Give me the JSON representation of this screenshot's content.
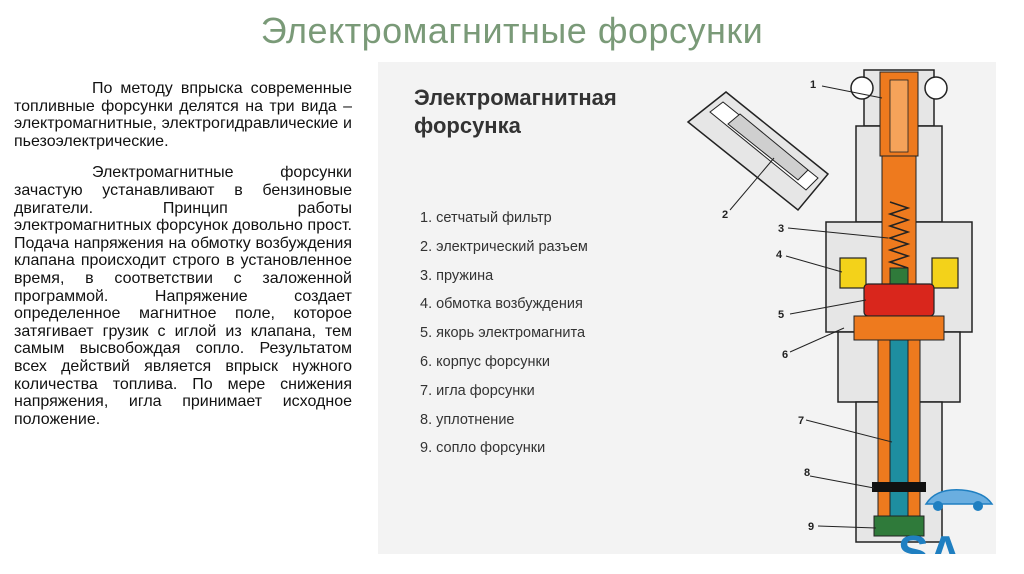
{
  "slide": {
    "title": "Электромагнитные форсунки",
    "paragraphs": [
      "По методу впрыска современные топливные форсунки делятся на три вида – электромагнитные, электрогидравлические и пьезоэлектрические.",
      "Электромагнитные форсунки зачастую устанавливают в бензиновые двигатели. Принцип работы электромагнитных форсунок довольно прост. Подача напряжения на обмотку возбуждения клапана происходит строго в установленное время, в соответствии с заложенной программой. Напряжение создает определенное магнитное поле, которое затягивает грузик с иглой из клапана, тем самым высвобождая сопло. Результатом всех действий является впрыск нужного количества топлива. По мере снижения напряжения, игла принимает исходное положение."
    ]
  },
  "figure": {
    "title_line1": "Электромагнитная",
    "title_line2": "форсунка",
    "legend": [
      "1. сетчатый фильтр",
      "2. электрический разъем",
      "3. пружина",
      "4. обмотка возбуждения",
      "5. якорь электромагнита",
      "6. корпус форсунки",
      "7. игла форсунки",
      "8. уплотнение",
      "9. сопло форсунки"
    ],
    "callouts": [
      "1",
      "2",
      "3",
      "4",
      "5",
      "6",
      "7",
      "8",
      "9"
    ],
    "logo_text": "SA",
    "colors": {
      "body": "#e6e6e6",
      "outline": "#222222",
      "orange": "#ee7a1e",
      "red": "#d9261c",
      "teal": "#1e8ea0",
      "green": "#2f7a3a",
      "coil": "#f3d21a",
      "title": "#7a9a78",
      "logo": "#1f7fc1"
    }
  }
}
